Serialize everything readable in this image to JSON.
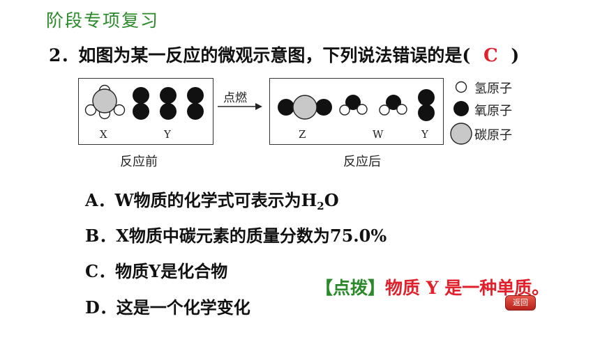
{
  "header": {
    "title": "阶段专项复习"
  },
  "question": {
    "number": "2．",
    "text": "如图为某一反应的微观示意图，下列说法错误的是(",
    "answer": "C",
    "close_paren": ")"
  },
  "diagram": {
    "arrow_label": "点燃",
    "before_caption": "反应前",
    "after_caption": "反应后",
    "labels": {
      "x": "X",
      "y1": "Y",
      "z": "Z",
      "w": "W",
      "y2": "Y"
    },
    "legend": {
      "hydrogen": "氢原子",
      "oxygen": "氧原子",
      "carbon": "碳原子"
    },
    "colors": {
      "oxygen": "#111111",
      "carbon": "#c8c8c8",
      "hydrogen": "#ffffff"
    }
  },
  "options": {
    "a_prefix": "A．W物质的化学式可表示为H",
    "a_sub": "2",
    "a_suffix": "O",
    "b": "B．X物质中碳元素的质量分数为75.0%",
    "c": "C．物质Y是化合物",
    "d": "D．这是一个化学变化"
  },
  "hint": {
    "bracket_open": "【",
    "tag": "点拨",
    "bracket_close": "】",
    "text": "物质 Y 是一种单质。"
  },
  "nav": {
    "back_label": "返回"
  }
}
